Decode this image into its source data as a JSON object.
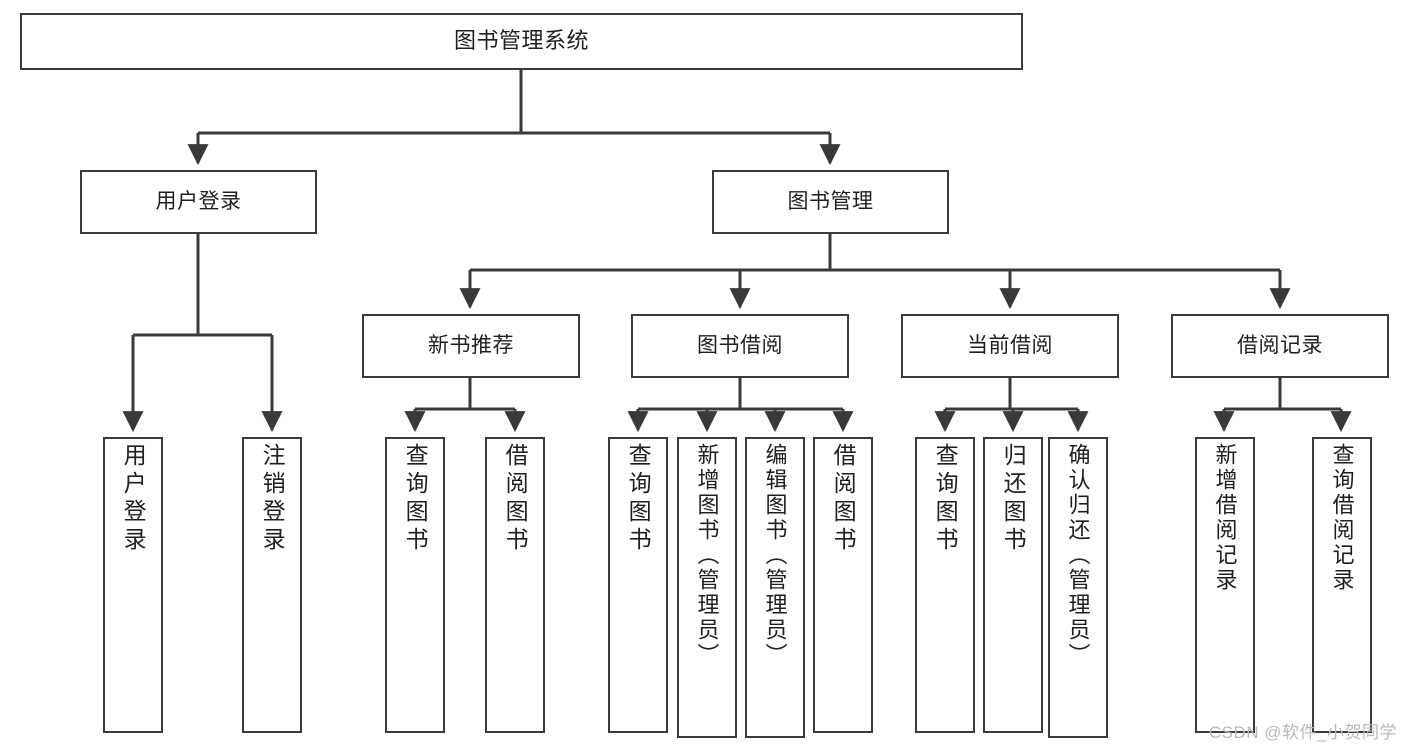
{
  "diagram": {
    "type": "tree",
    "title": "图书管理系统",
    "root": {
      "label": "图书管理系统"
    },
    "level2": [
      {
        "label": "用户登录"
      },
      {
        "label": "图书管理"
      }
    ],
    "level3": [
      {
        "label": "新书推荐"
      },
      {
        "label": "图书借阅"
      },
      {
        "label": "当前借阅"
      },
      {
        "label": "借阅记录"
      }
    ],
    "leaves": {
      "user_login": [
        {
          "label": "用户登录"
        },
        {
          "label": "注销登录"
        }
      ],
      "new_book_recommend": [
        {
          "label": "查询图书"
        },
        {
          "label": "借阅图书"
        }
      ],
      "book_borrow": [
        {
          "label": "查询图书"
        },
        {
          "label": "新增图书（管理员）"
        },
        {
          "label": "编辑图书（管理员）"
        },
        {
          "label": "借阅图书"
        }
      ],
      "current_borrow": [
        {
          "label": "查询图书"
        },
        {
          "label": "归还图书"
        },
        {
          "label": "确认归还（管理员）"
        }
      ],
      "borrow_record": [
        {
          "label": "新增借阅记录"
        },
        {
          "label": "查询借阅记录"
        }
      ]
    }
  },
  "watermark": {
    "text": "CSDN @软件_小贺同学"
  },
  "colors": {
    "line": "#3a3a3a",
    "text": "#1f1f1f",
    "background": "#ffffff",
    "watermark": "#b9b9b9"
  }
}
